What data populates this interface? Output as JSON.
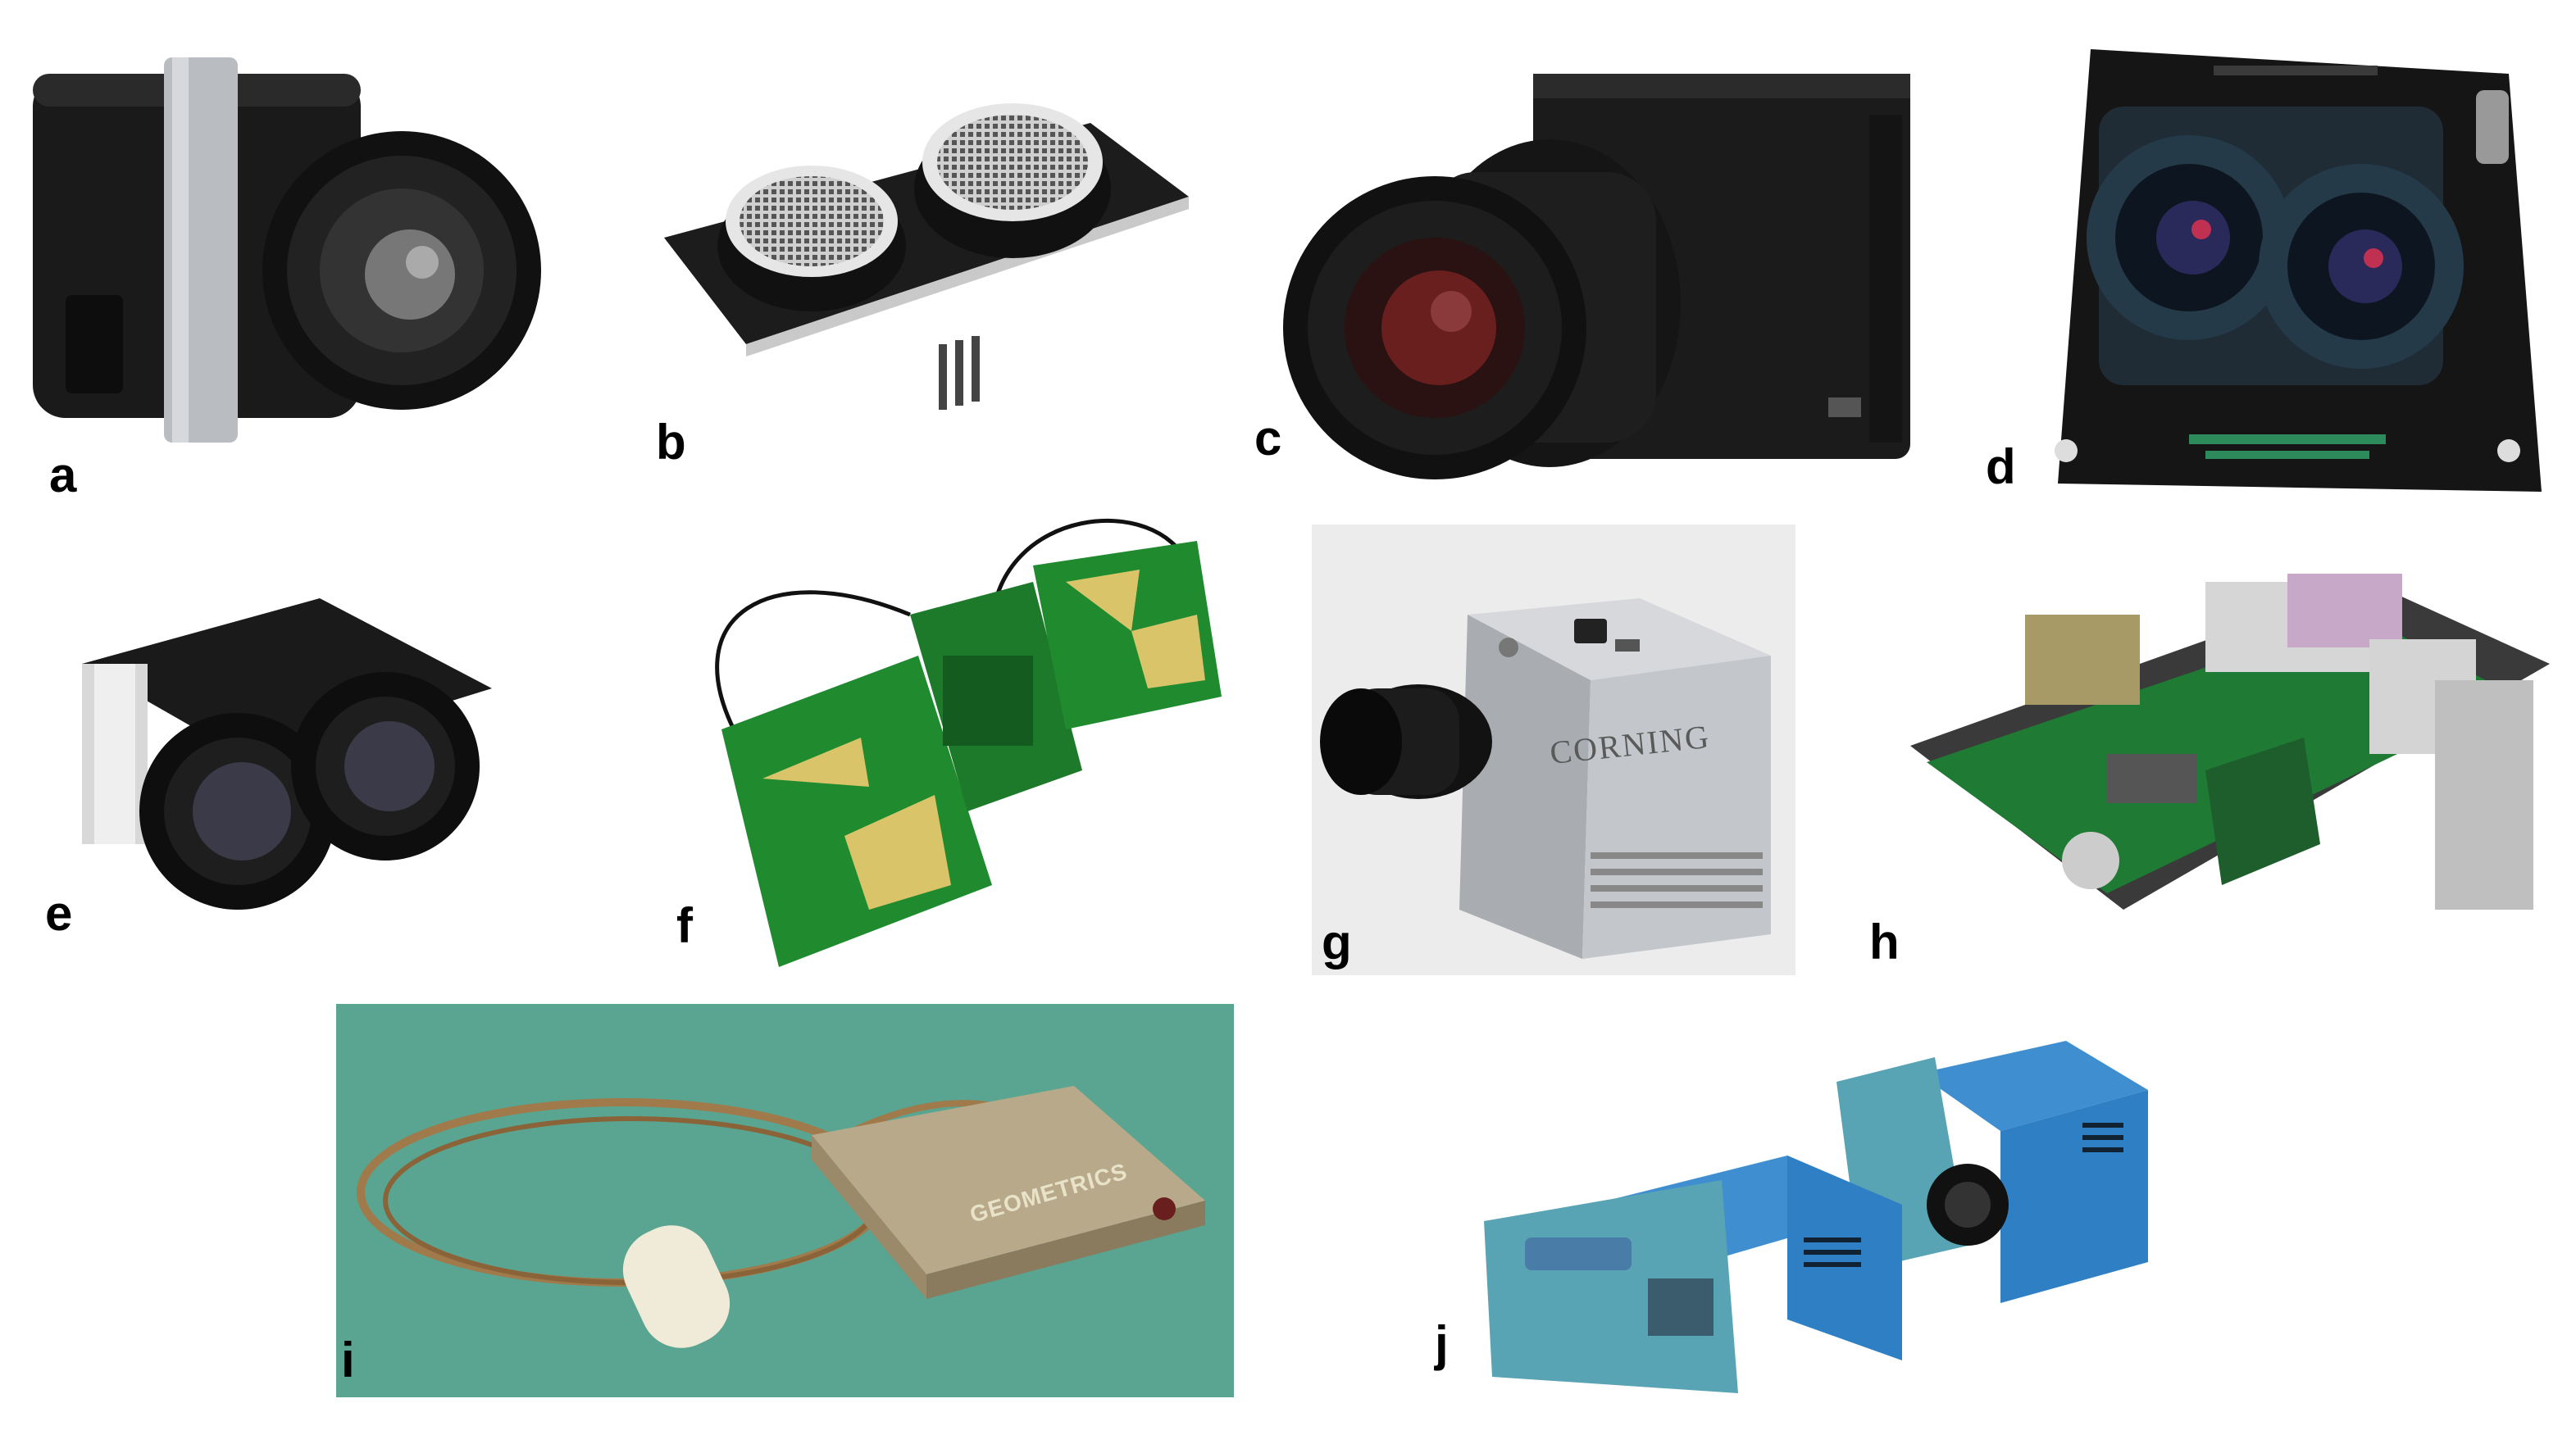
{
  "figure": {
    "panels": [
      {
        "id": "a",
        "label": "a",
        "subject": "compact-thermal-camera-icon"
      },
      {
        "id": "b",
        "label": "b",
        "subject": "ultrasonic-sensor-icon"
      },
      {
        "id": "c",
        "label": "c",
        "subject": "machine-vision-camera-icon"
      },
      {
        "id": "d",
        "label": "d",
        "subject": "stereo-camera-board-icon"
      },
      {
        "id": "e",
        "label": "e",
        "subject": "lidar-rangefinder-icon"
      },
      {
        "id": "f",
        "label": "f",
        "subject": "radar-antenna-board-icon"
      },
      {
        "id": "g",
        "label": "g",
        "subject": "hyperspectral-camera-icon",
        "brand": "CORNING"
      },
      {
        "id": "h",
        "label": "h",
        "subject": "electronic-sensor-assembly-icon"
      },
      {
        "id": "i",
        "label": "i",
        "subject": "magnetometer-sensor-icon",
        "brand": "GEOMETRICS"
      },
      {
        "id": "j",
        "label": "j",
        "subject": "multispectral-camera-pair-icon"
      }
    ]
  },
  "colors": {
    "camera_black": "#1a1a1a",
    "pcb_green": "#1f8a2e",
    "antenna_gold": "#d9c46a",
    "aluminum": "#b9bcc0",
    "camera_blue": "#2f7fc4",
    "teal_metal": "#58a4b4",
    "green_backdrop": "#5aa591"
  }
}
